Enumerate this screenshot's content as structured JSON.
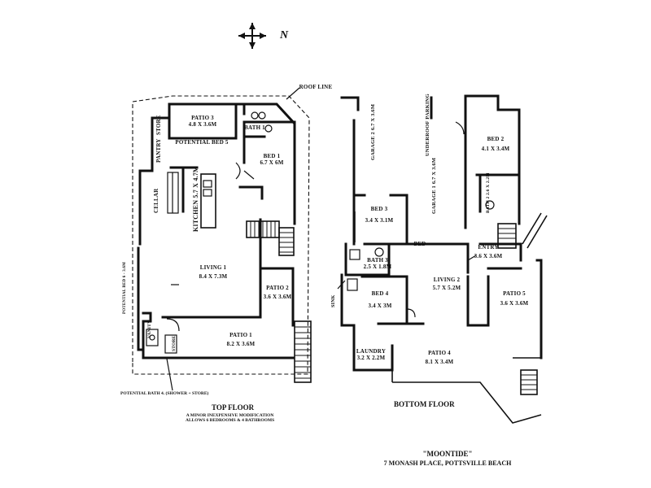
{
  "compass": {
    "north_label": "N"
  },
  "roof_line_label": "ROOF LINE",
  "top_floor": {
    "title": "TOP FLOOR",
    "rooms": [
      {
        "key": "patio3",
        "name": "PATIO 3",
        "size": "4.8 X 3.6M"
      },
      {
        "key": "potbed5",
        "name": "POTENTIAL BED 5",
        "size": ""
      },
      {
        "key": "bath1",
        "name": "BATH 1",
        "size": ""
      },
      {
        "key": "bed1",
        "name": "BED 1",
        "size": "6.7 X 6M"
      },
      {
        "key": "kitchen",
        "name": "KITCHEN 5.7 X 4.7M",
        "size": ""
      },
      {
        "key": "living1",
        "name": "LIVING 1",
        "size": "8.4 X 7.3M"
      },
      {
        "key": "patio2",
        "name": "PATIO 2",
        "size": "3.6 X 3.6M"
      },
      {
        "key": "patio1",
        "name": "PATIO 1",
        "size": "8.2 X 3.6M"
      }
    ],
    "vertical_labels": {
      "store": "STORE",
      "pantry": "PANTRY",
      "cellar": "CELLAR",
      "vanity": "VANITY",
      "store2": "STORE",
      "side_note": "POTENTIAL BED 6 - 3.6M"
    },
    "potential_bath_note": "POTENTIAL BATH 4. (SHOWER + STORE)",
    "modification_note": [
      "A MINOR INEXPENSIVE MODIFICATION",
      "ALLOWS 6 BEDROOMS & 4 BATHROOMS"
    ]
  },
  "bottom_floor": {
    "title": "BOTTOM FLOOR",
    "rooms": [
      {
        "key": "bed3",
        "name": "BED 3",
        "size": "3.4 X 3.1M"
      },
      {
        "key": "bed2",
        "name": "BED 2",
        "size": "4.1 X 3.4M"
      },
      {
        "key": "bath3",
        "name": "BATH 3",
        "size": "2.5 X 1.8M"
      },
      {
        "key": "bed4",
        "name": "BED 4",
        "size": "3.4 X 3M"
      },
      {
        "key": "living2",
        "name": "LIVING 2",
        "size": "5.7 X 5.2M"
      },
      {
        "key": "entry",
        "name": "ENTRY",
        "size": "3.6 X 3.6M"
      },
      {
        "key": "patio5",
        "name": "PATIO 5",
        "size": "3.6 X 3.6M"
      },
      {
        "key": "laundry",
        "name": "LAUNDRY",
        "size": "3.2 X 2.2M"
      },
      {
        "key": "patio4",
        "name": "PATIO 4",
        "size": "8.1 X 3.4M"
      }
    ],
    "vertical_labels": {
      "garage2": "GARAGE 2 6.7 X 3.6M",
      "underroof": "UNDERROOF PARKING",
      "garage1": "GARAGE 1 6.7 X 3.6M",
      "bath2": "BATH 2 2.6 X 2.2M",
      "sink": "SINK"
    },
    "bed_label": "BED"
  },
  "property": {
    "name": "\"MOONTIDE\"",
    "address": "7 MONASH PLACE, POTTSVILLE BEACH"
  }
}
